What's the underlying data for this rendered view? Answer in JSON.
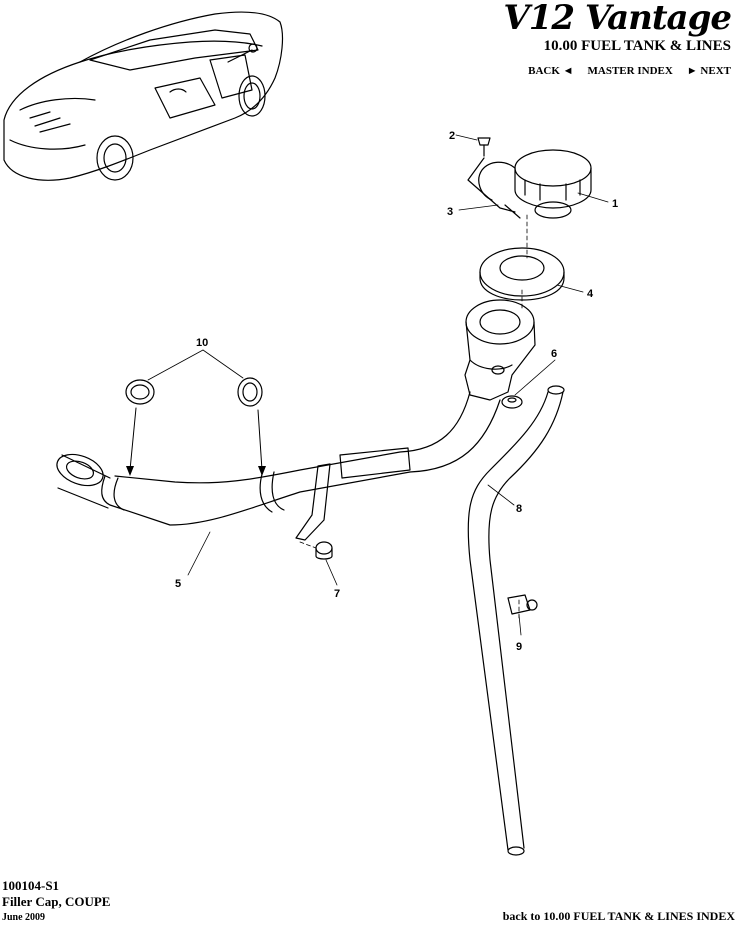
{
  "header": {
    "logo_text": "V12 Vantage",
    "section_title": "10.00 FUEL TANK & LINES",
    "nav": {
      "back": "BACK ◄",
      "master_index": "MASTER INDEX",
      "next": "► NEXT"
    }
  },
  "diagram": {
    "callouts": [
      "1",
      "2",
      "3",
      "4",
      "5",
      "6",
      "7",
      "8",
      "9",
      "10"
    ]
  },
  "footer": {
    "part_code": "100104-S1",
    "description": "Filler Cap, COUPE",
    "date": "June 2009",
    "back_link": "back to 10.00 FUEL TANK & LINES INDEX"
  }
}
